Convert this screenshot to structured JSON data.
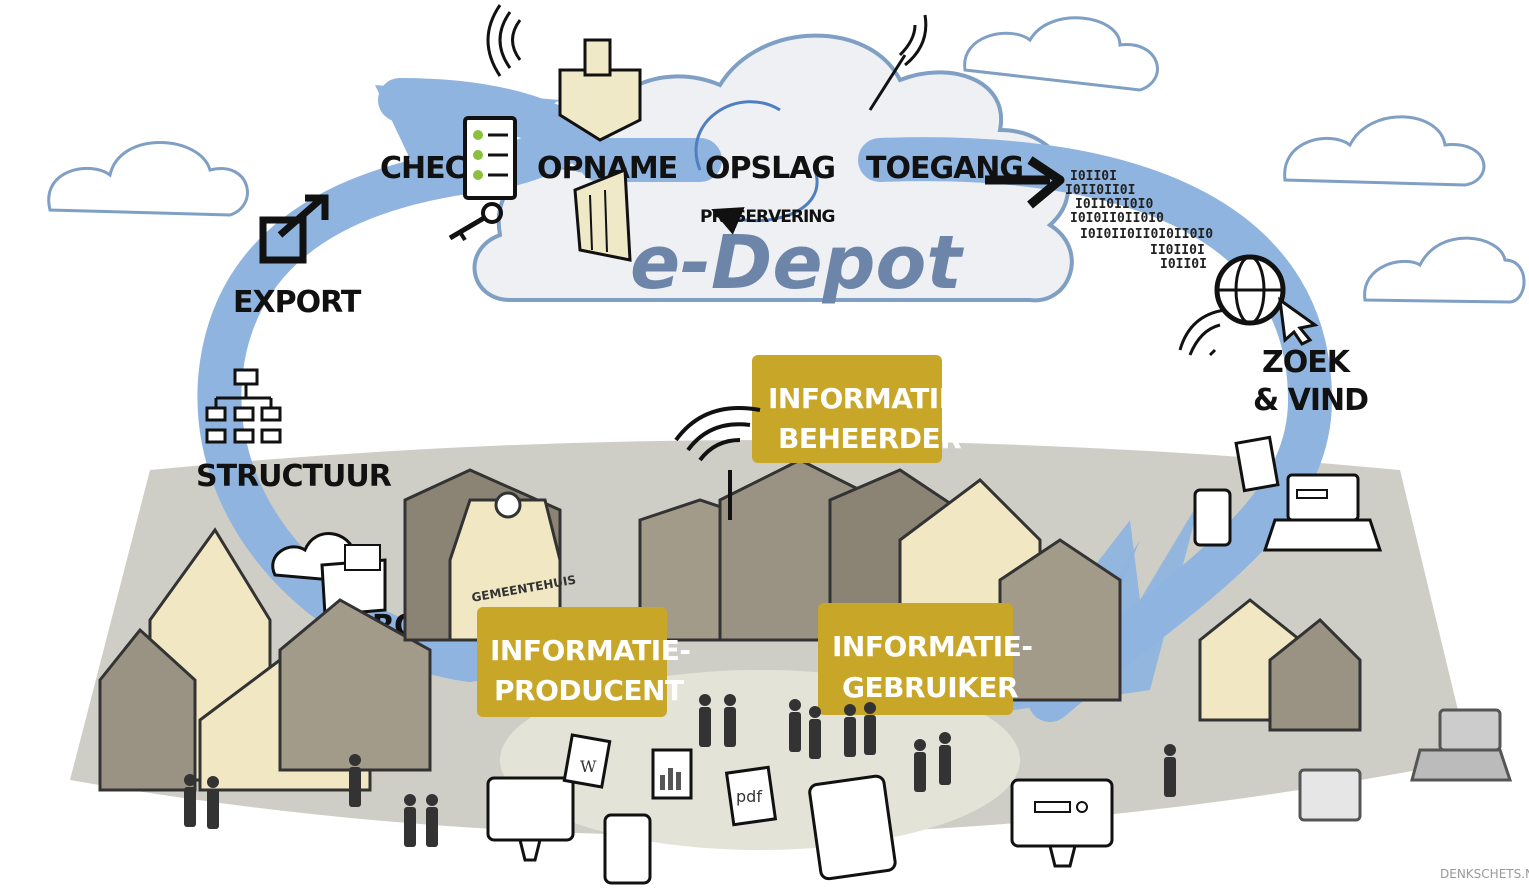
{
  "title": "e-Depot",
  "stages": {
    "check": "CHECK",
    "opname": "OPNAME",
    "opslag": "OPSLAG",
    "preservering": "PRESERVERING",
    "toegang": "TOEGANG",
    "zoek": "ZOEK",
    "vind": "& VIND",
    "export": "EXPORT",
    "structuur": "STRUCTUUR",
    "bron": "BRON"
  },
  "roles": {
    "beheerder_1": "INFORMATIE-",
    "beheerder_2": "BEHEERDER",
    "producent_1": "INFORMATIE-",
    "producent_2": "PRODUCENT",
    "gebruiker_1": "INFORMATIE-",
    "gebruiker_2": "GEBRUIKER"
  },
  "building_sign": "GEMEENTEHUIS",
  "binary": [
    "I0II0I",
    "I0II0II0I",
    "I0II0II0I0",
    "I0I0II0II0I0",
    "I0I0II0II0I0II0I0",
    "II0II0I",
    "I0II0I"
  ],
  "file_labels": {
    "word": "W",
    "pdf": "pdf"
  },
  "credit": "DENKSCHETS.NL",
  "colors": {
    "loop": "#8fb4df",
    "gold": "#c8a628",
    "ground": "#cfcec6",
    "cloud": "#eef0f3",
    "title": "#6c85a8"
  }
}
